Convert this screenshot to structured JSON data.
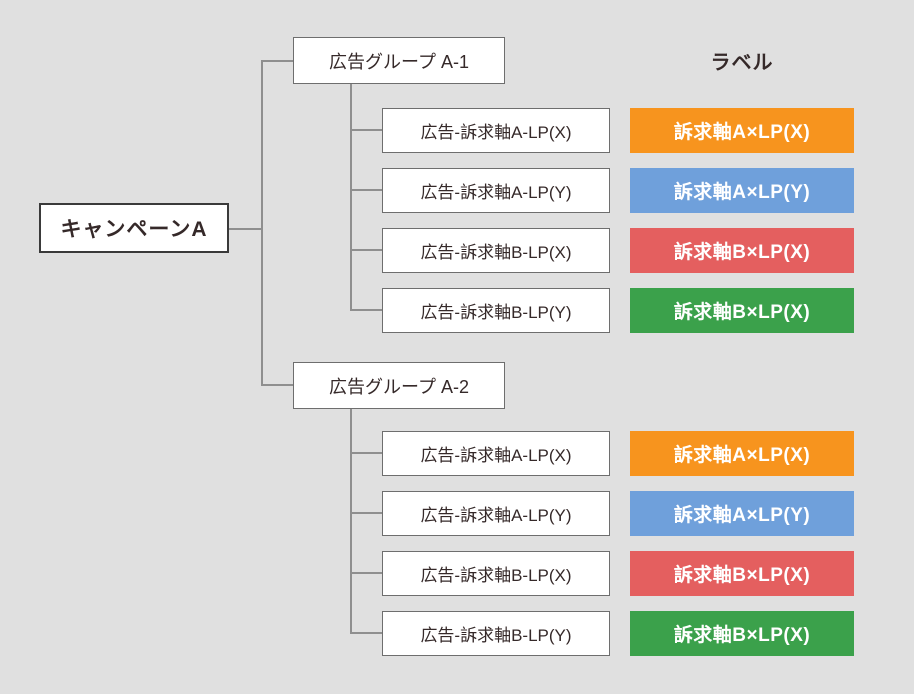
{
  "diagram": {
    "campaign": {
      "label": "キャンペーンA"
    },
    "labels_header": "ラベル",
    "colors": {
      "background": "#e0e0e0",
      "box_border": "#6e6e6e",
      "campaign_border": "#3a3a3a",
      "text": "#352929",
      "connector": "#8f8f8f",
      "badge_orange": "#f7941e",
      "badge_blue": "#6fa0db",
      "badge_red": "#e45f5f",
      "badge_green": "#3ba14b"
    },
    "groups": [
      {
        "label": "広告グループ A-1",
        "ads": [
          {
            "label": "広告-訴求軸A-LP(X)",
            "badge": {
              "text": "訴求軸A×LP(X)",
              "color": "#f7941e"
            }
          },
          {
            "label": "広告-訴求軸A-LP(Y)",
            "badge": {
              "text": "訴求軸A×LP(Y)",
              "color": "#6fa0db"
            }
          },
          {
            "label": "広告-訴求軸B-LP(X)",
            "badge": {
              "text": "訴求軸B×LP(X)",
              "color": "#e45f5f"
            }
          },
          {
            "label": "広告-訴求軸B-LP(Y)",
            "badge": {
              "text": "訴求軸B×LP(X)",
              "color": "#3ba14b"
            }
          }
        ]
      },
      {
        "label": "広告グループ A-2",
        "ads": [
          {
            "label": "広告-訴求軸A-LP(X)",
            "badge": {
              "text": "訴求軸A×LP(X)",
              "color": "#f7941e"
            }
          },
          {
            "label": "広告-訴求軸A-LP(Y)",
            "badge": {
              "text": "訴求軸A×LP(Y)",
              "color": "#6fa0db"
            }
          },
          {
            "label": "広告-訴求軸B-LP(X)",
            "badge": {
              "text": "訴求軸B×LP(X)",
              "color": "#e45f5f"
            }
          },
          {
            "label": "広告-訴求軸B-LP(Y)",
            "badge": {
              "text": "訴求軸B×LP(X)",
              "color": "#3ba14b"
            }
          }
        ]
      }
    ]
  }
}
